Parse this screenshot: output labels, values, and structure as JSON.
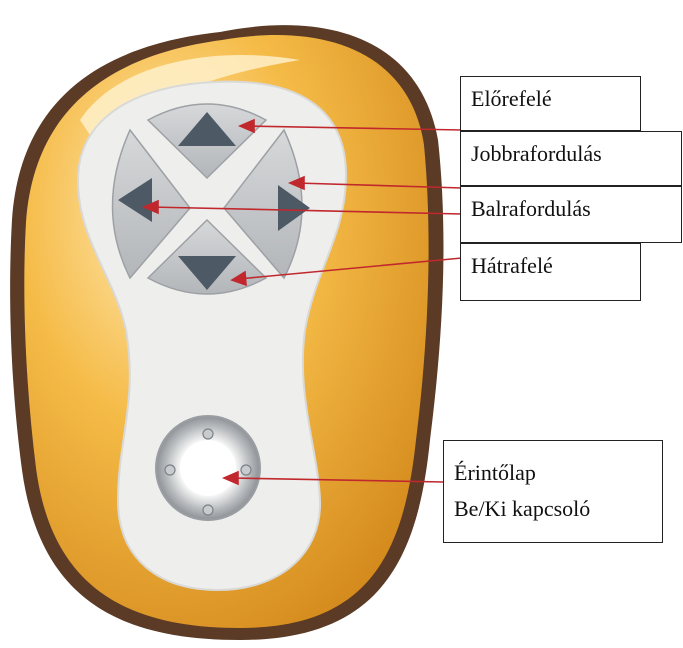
{
  "labels": {
    "forward": "Előrefelé",
    "turn_right": "Jobbrafordulás",
    "turn_left": "Balrafordulás",
    "backward": "Hátrafelé",
    "touchpad_line1": "Érintőlap",
    "touchpad_line2": "Be/Ki kapcsoló"
  },
  "colors": {
    "shell_outer": "#5b3a26",
    "shell_yellow": "#f2b13a",
    "shell_highlight": "#ffe6a8",
    "faceplate": "#eeeeed",
    "button_fill": "#c7c9cb",
    "arrow_fill": "#4d5a66",
    "pointer_line": "#c0282d"
  },
  "icons": [
    "arrow-up-icon",
    "arrow-right-icon",
    "arrow-left-icon",
    "arrow-down-icon",
    "touchpad-icon"
  ]
}
